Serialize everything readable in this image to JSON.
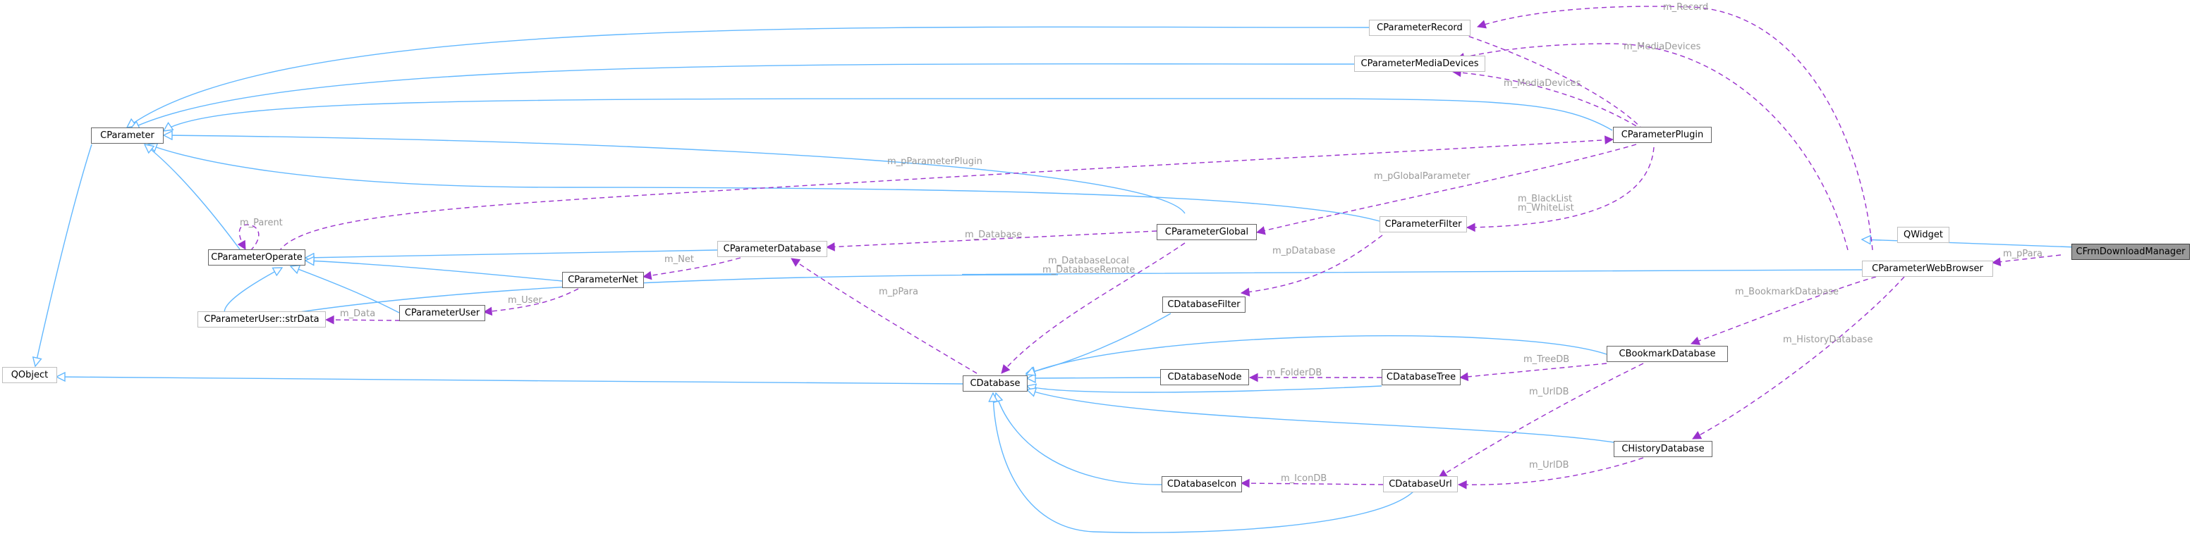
{
  "nodes": {
    "CFrmDownloadManager": "CFrmDownloadManager",
    "QWidget": "QWidget",
    "CParameterWebBrowser": "CParameterWebBrowser",
    "CParameterRecord": "CParameterRecord",
    "CParameterMediaDevices": "CParameterMediaDevices",
    "CParameterPlugin": "CParameterPlugin",
    "CParameter": "CParameter",
    "CParameterOperate": "CParameterOperate",
    "CParameterDatabase": "CParameterDatabase",
    "CParameterGlobal": "CParameterGlobal",
    "CParameterFilter": "CParameterFilter",
    "CParameterNet": "CParameterNet",
    "CParameterUser": "CParameterUser",
    "CParameterUserStrData": "CParameterUser::strData",
    "QObject": "QObject",
    "CDatabase": "CDatabase",
    "CDatabaseFilter": "CDatabaseFilter",
    "CDatabaseNode": "CDatabaseNode",
    "CDatabaseTree": "CDatabaseTree",
    "CBookmarkDatabase": "CBookmarkDatabase",
    "CHistoryDatabase": "CHistoryDatabase",
    "CDatabaseIcon": "CDatabaseIcon",
    "CDatabaseUrl": "CDatabaseUrl"
  },
  "edge_labels": {
    "m_Record": "m_Record",
    "m_MediaDevices_top": "m_MediaDevices",
    "m_MediaDevices_plugin": "m_MediaDevices",
    "m_pGlobalParameter": "m_pGlobalParameter",
    "m_BlackList": "m_BlackList",
    "m_WhiteList": "m_WhiteList",
    "m_pParameterPlugin": "m_pParameterPlugin",
    "m_Parent": "m_Parent",
    "m_Database": "m_Database",
    "m_pDatabase": "m_pDatabase",
    "m_Net": "m_Net",
    "m_DatabaseLocal": "m_DatabaseLocal",
    "m_DatabaseRemote": "m_DatabaseRemote",
    "m_pPara_db": "m_pPara",
    "m_User": "m_User",
    "m_Data": "m_Data",
    "m_pPara_dl": "m_pPara",
    "m_BookmarkDatabase": "m_BookmarkDatabase",
    "m_HistoryDatabase": "m_HistoryDatabase",
    "m_TreeDB": "m_TreeDB",
    "m_FolderDB": "m_FolderDB",
    "m_UrlDB_bookmark": "m_UrlDB",
    "m_UrlDB_history": "m_UrlDB",
    "m_IconDB": "m_IconDB"
  },
  "colors": {
    "inheritance": "#63b8ff",
    "usage": "#9a32cd",
    "label": "#9a9a9a",
    "current_node_fill": "#999999"
  }
}
